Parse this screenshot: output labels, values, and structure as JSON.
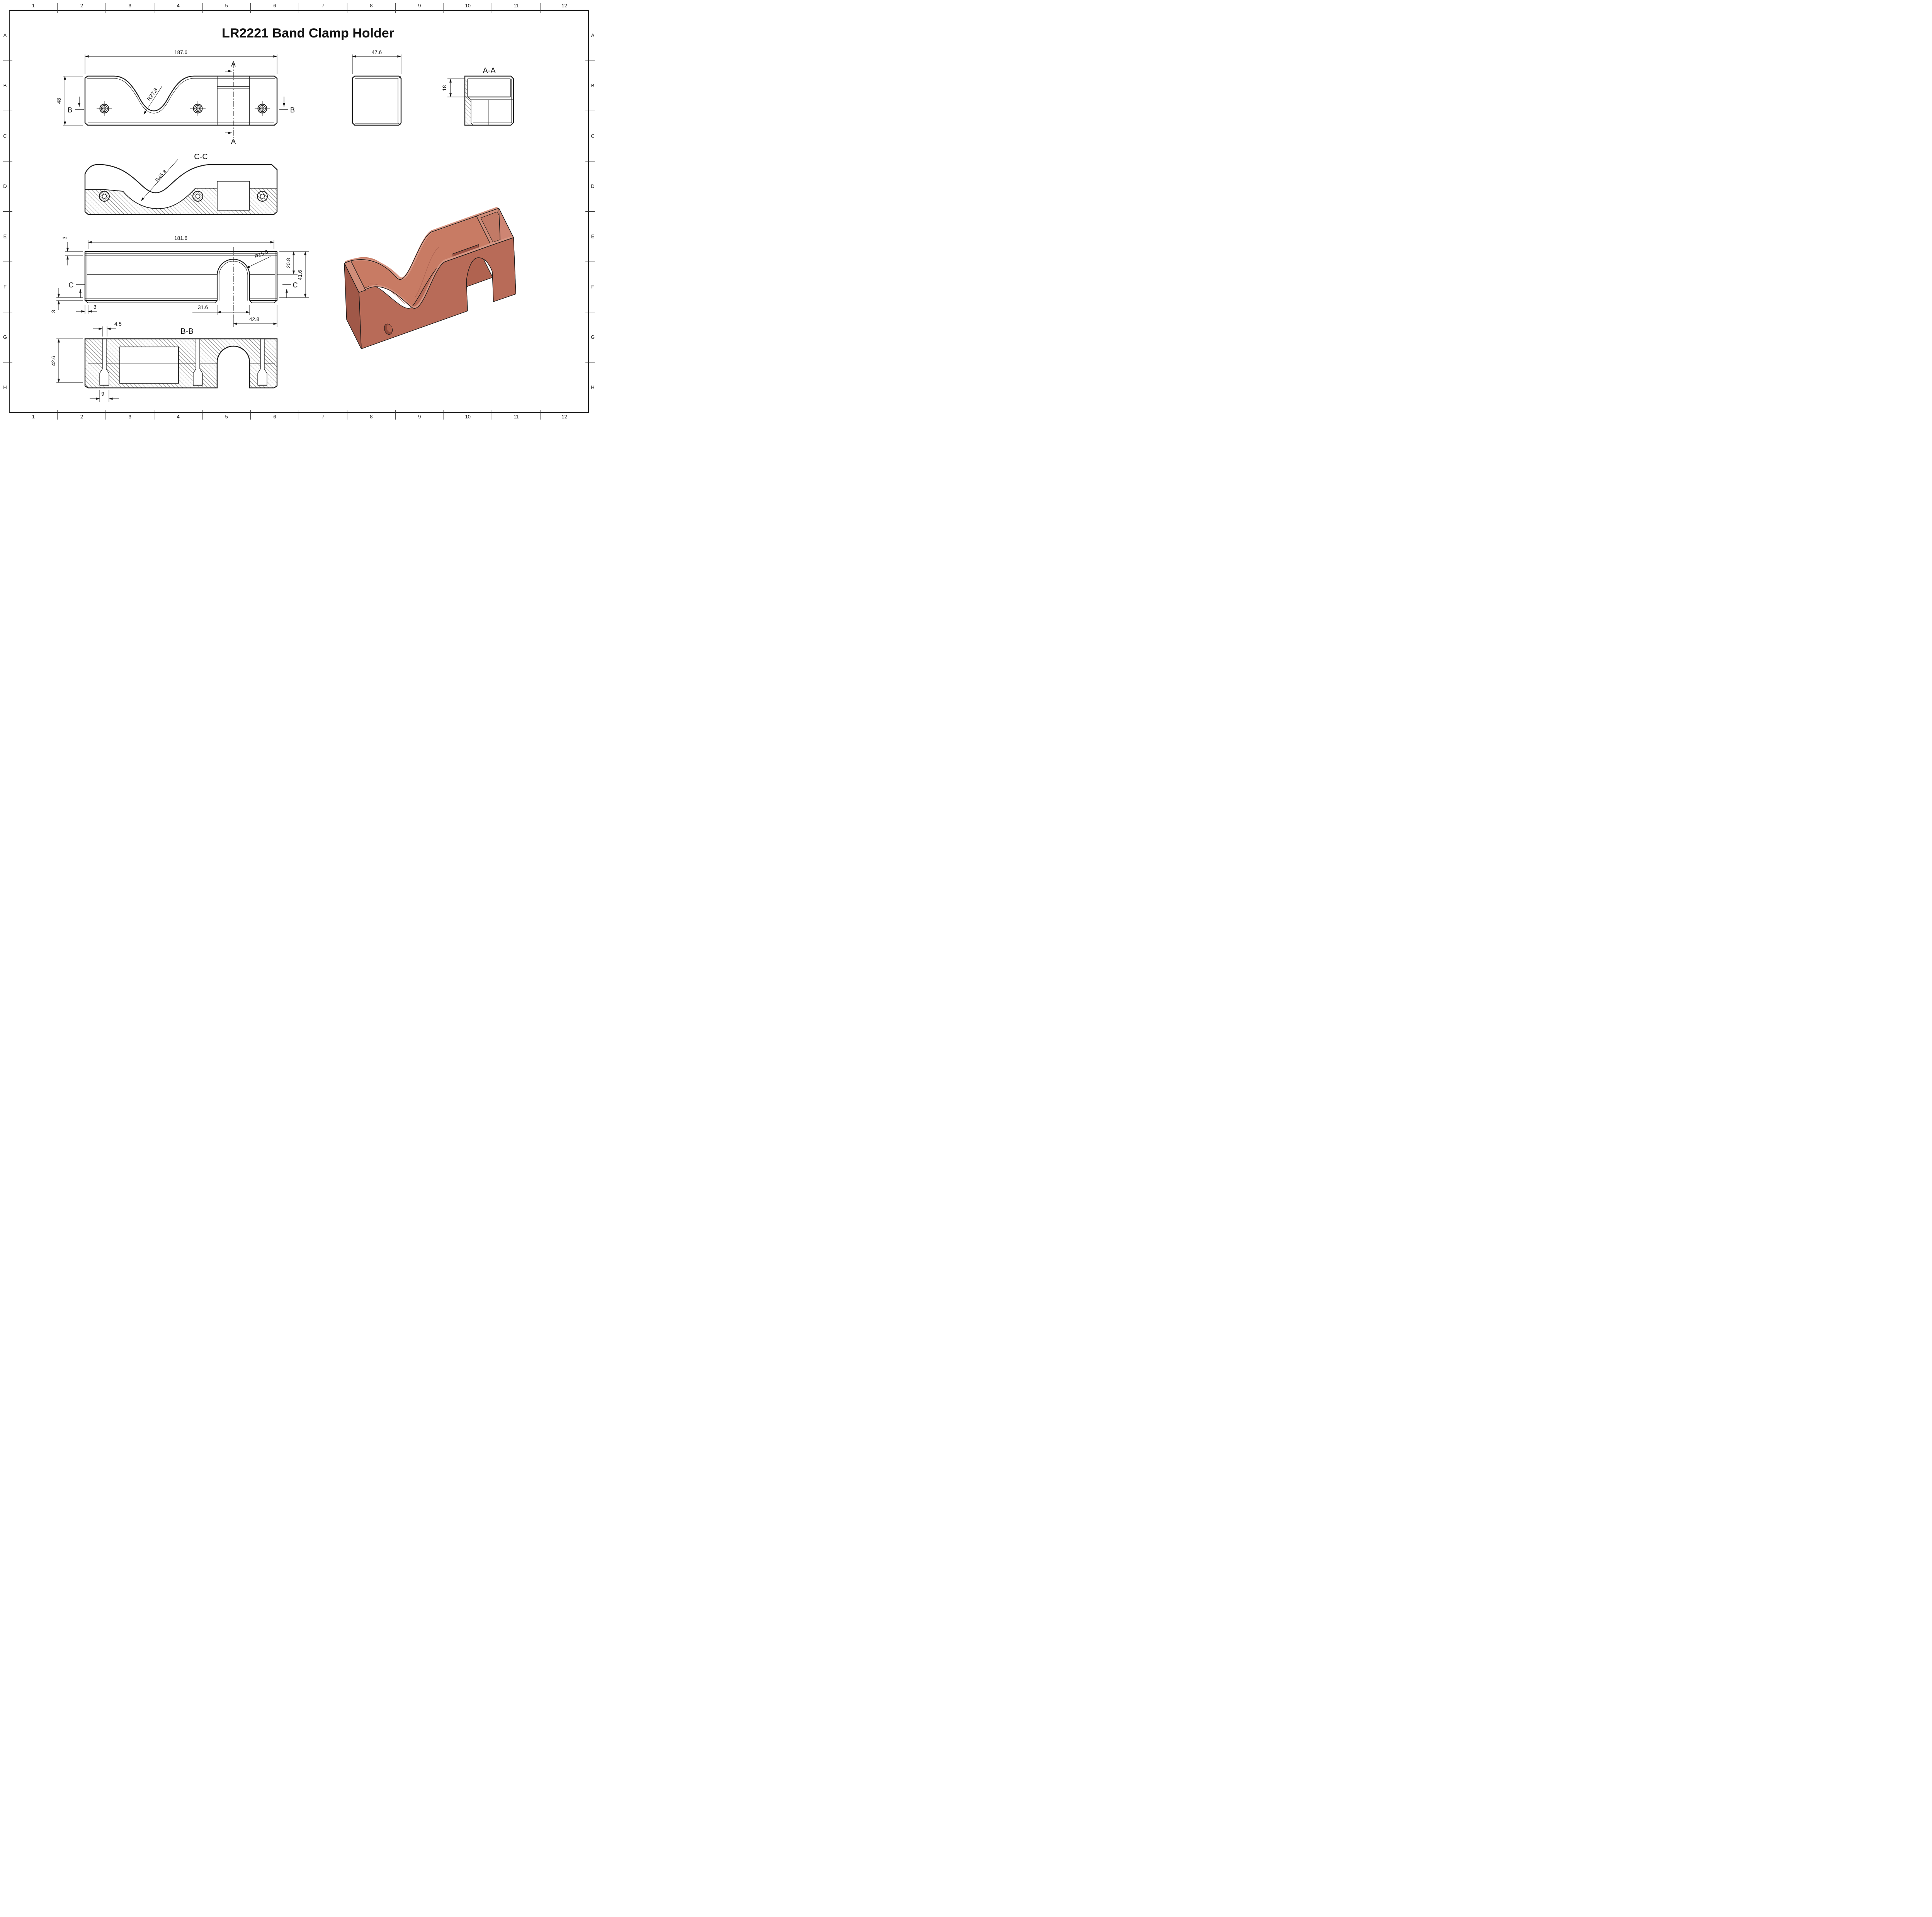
{
  "title": "LR2221 Band Clamp Holder",
  "grid": {
    "columns": [
      "1",
      "2",
      "3",
      "4",
      "5",
      "6",
      "7",
      "8",
      "9",
      "10",
      "11",
      "12"
    ],
    "rows": [
      "A",
      "B",
      "C",
      "D",
      "E",
      "F",
      "G",
      "H"
    ]
  },
  "views": {
    "top": {
      "dim_width": "187.6",
      "dim_height": "48",
      "dim_radius": "R27.8",
      "marker_a": "A",
      "marker_b": "B"
    },
    "side": {
      "dim_width": "47.6"
    },
    "section_aa": {
      "title": "A-A",
      "dim_depth": "18"
    },
    "section_cc": {
      "title": "C-C",
      "dim_radius": "R45.8"
    },
    "front": {
      "dim_width": "181.6",
      "dim_wall_top": "3",
      "dim_radius": "R15.8",
      "dim_upper": "20.8",
      "dim_height": "41.6",
      "dim_wall_bottom": "3",
      "dim_wall_side": "3",
      "dim_slot_width": "31.6",
      "dim_slot_offset": "42.8",
      "marker_c": "C"
    },
    "section_bb": {
      "title": "B-B",
      "dim_counterbore": "4.5",
      "dim_height": "42.6",
      "dim_hole": "9"
    }
  },
  "render": {
    "front_face": "#b86b58",
    "side_face": "#ce8573",
    "top_face": "#d08d79",
    "saddle": "#c87b64",
    "shadow": "#9c5244",
    "dark_face": "#a05848",
    "hole": "#8f4a3b",
    "outline": "#161616"
  }
}
